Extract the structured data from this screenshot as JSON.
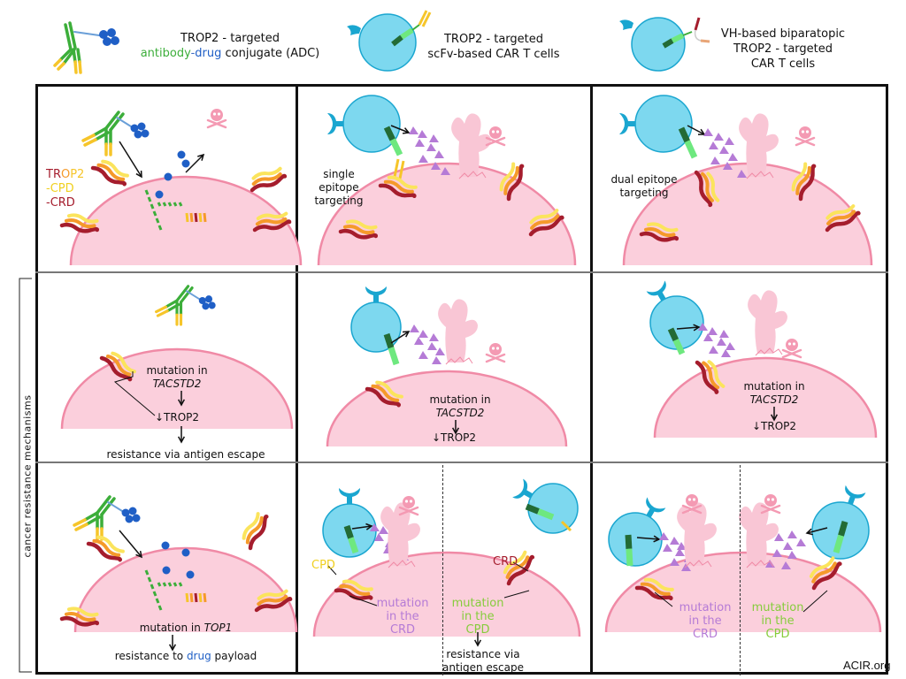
{
  "legend": {
    "adc": {
      "line1": "TROP2 - targeted",
      "word_antibody": "antibody",
      "dash": "-",
      "word_drug": "drug",
      "rest": " conjugate (ADC)"
    },
    "scfv_car": {
      "line1": "TROP2 - targeted",
      "line2": "scFv-based  CAR T cells"
    },
    "vh_car": {
      "line1": "VH-based   biparatopic",
      "line2": "TROP2 - targeted",
      "line3": "CAR T cells"
    }
  },
  "side_label": "cancer   resistance   mechanisms",
  "panels": {
    "r1c1": {
      "trop2_label": [
        "TR",
        "O",
        "P2"
      ],
      "cpd_label": "-CPD",
      "crd_label": "-CRD"
    },
    "r1c2": {
      "note": [
        "single",
        "epitope",
        "targeting"
      ]
    },
    "r1c3": {
      "note": [
        "dual epitope",
        "targeting"
      ]
    },
    "r2c1": {
      "mut1": "mutation in",
      "gene": "TACSTD2",
      "down": "↓TROP2",
      "result": "resistance via antigen escape"
    },
    "r2c2": {
      "mut1": "mutation in",
      "gene": "TACSTD2",
      "down": "↓TROP2"
    },
    "r2c3": {
      "mut1": "mutation in",
      "gene": "TACSTD2",
      "down": "↓TROP2"
    },
    "r3c1": {
      "mut": "mutation in ",
      "gene": "TOP1",
      "res1": "resistance to ",
      "res_drug": "drug",
      "res2": " payload"
    },
    "r3c2": {
      "cpd": "CPD",
      "crd": "CRD",
      "left_mut": [
        "mutation",
        "in the",
        "CRD"
      ],
      "right_mut": [
        "mutation",
        "in the",
        "CPD"
      ],
      "result": [
        "resistance via",
        "antigen escape"
      ]
    },
    "r3c3": {
      "left_mut": [
        "mutation",
        "in the",
        "CRD"
      ],
      "right_mut": [
        "mutation",
        "in the",
        "CPD"
      ]
    }
  },
  "credit": "ACIR.org",
  "colors": {
    "cell_pink": "#fbcfdc",
    "cell_edge": "#f08aa6",
    "tcell": "#7dd8ef",
    "tcell_edge": "#1aa6d0",
    "receptor": "#1aa6d0",
    "green": "#3cae3a",
    "dark_green": "#236b35",
    "light_green": "#6ee87f",
    "yellow": "#f6c52a",
    "pale_yellow": "#fbe45c",
    "orange": "#f59a2a",
    "crd_red": "#a51d2d",
    "drug_blue": "#1f5fc6",
    "purple": "#b57bd6",
    "lime": "#86cc3c",
    "skull": "#f49ab3"
  }
}
